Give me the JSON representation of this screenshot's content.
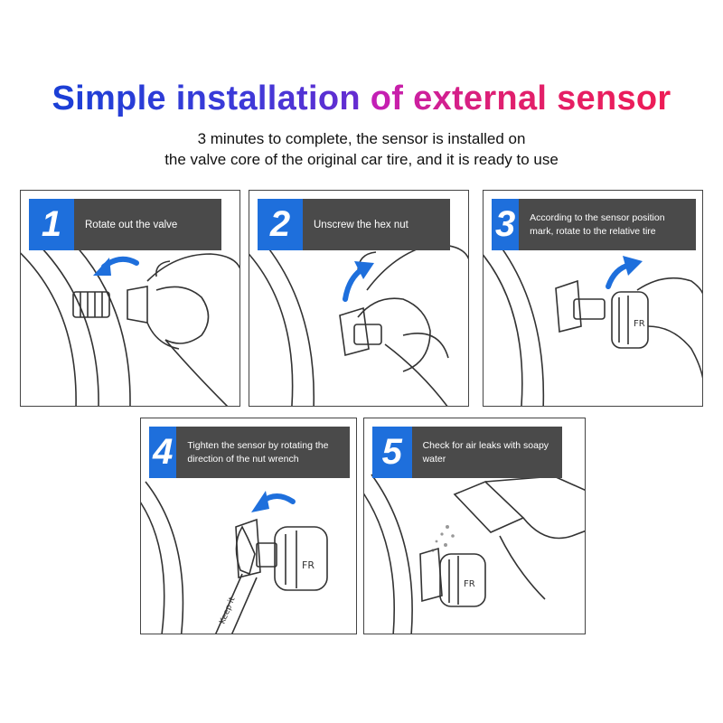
{
  "title": {
    "part1": "Simple installation ",
    "part2": "of external sensor"
  },
  "subtitle": {
    "line1": "3 minutes to complete, the sensor is installed on",
    "line2": "the valve core of the original car tire, and it is ready to use"
  },
  "steps": [
    {
      "number": "1",
      "text": "Rotate out the valve"
    },
    {
      "number": "2",
      "text": "Unscrew the hex nut"
    },
    {
      "number": "3",
      "text": "According to the sensor position mark, rotate to the relative tire"
    },
    {
      "number": "4",
      "text": "Tighten the sensor by rotating the direction of the nut wrench"
    },
    {
      "number": "5",
      "text": "Check for air leaks with soapy water"
    }
  ],
  "colors": {
    "number_badge": "#1e6fdc",
    "header_bg": "#4a4a4a",
    "arrow": "#1e6fdc"
  }
}
